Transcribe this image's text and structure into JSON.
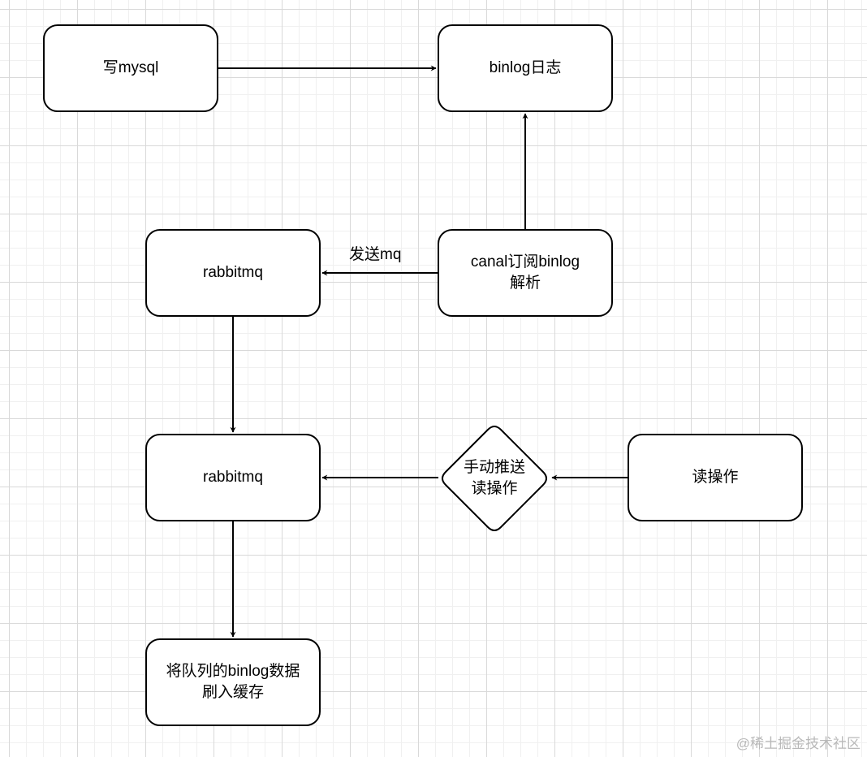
{
  "nodes": {
    "write_mysql": "写mysql",
    "binlog_log": "binlog日志",
    "rabbitmq_top": "rabbitmq",
    "canal": [
      "canal订阅binlog",
      "解析"
    ],
    "rabbitmq_middle": "rabbitmq",
    "manual_push": [
      "手动推送",
      "读操作"
    ],
    "read_op": "读操作",
    "flush_cache": [
      "将队列的binlog数据",
      "刷入缓存"
    ]
  },
  "edge_labels": {
    "send_mq": "发送mq"
  },
  "watermark": "@稀土掘金技术社区",
  "colors": {
    "stroke": "#000000",
    "grid_major": "#d9d9d9",
    "grid_minor": "#f0f0f0"
  }
}
